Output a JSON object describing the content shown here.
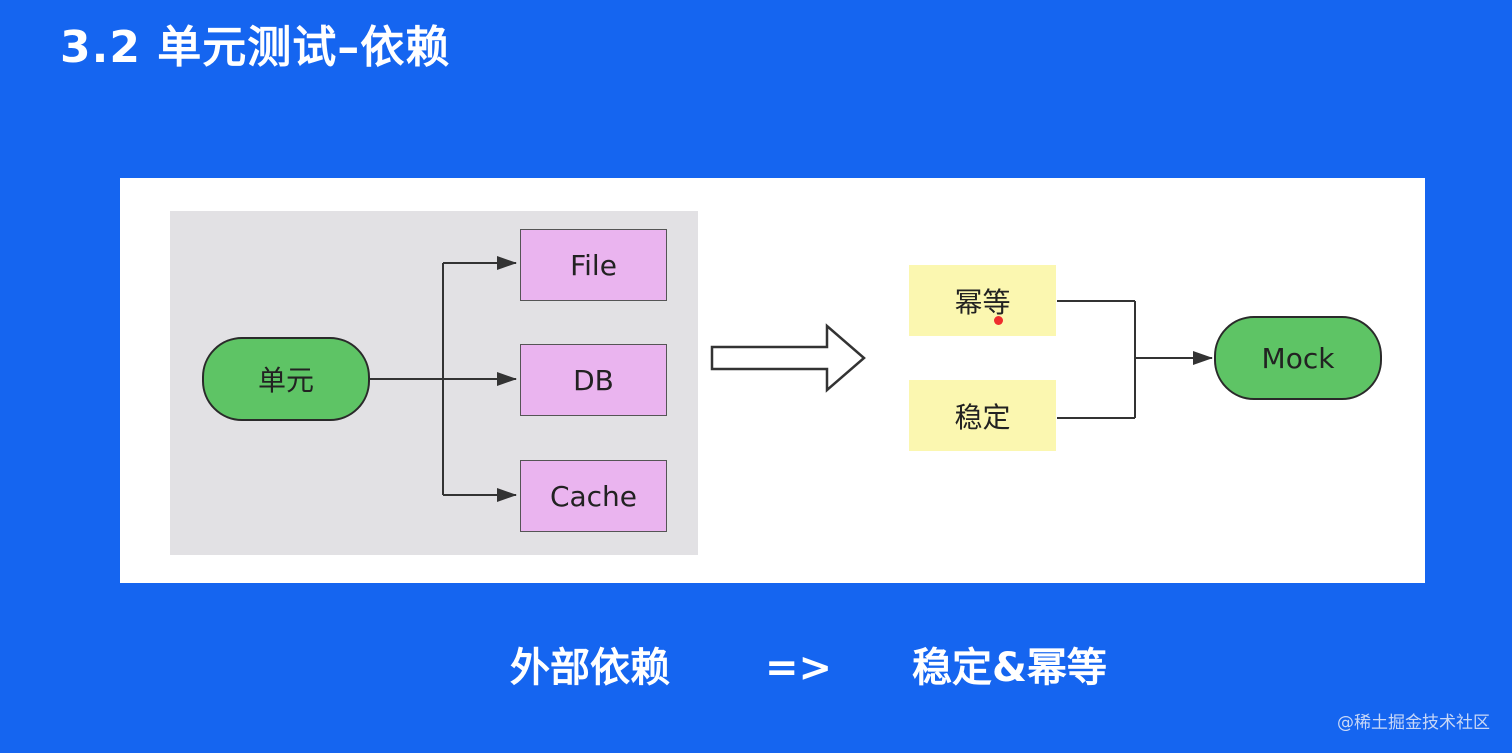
{
  "slide": {
    "title": "3.2 单元测试–依赖"
  },
  "diagram": {
    "source_node": "单元",
    "dependencies": [
      "File",
      "DB",
      "Cache"
    ],
    "requirements": [
      "幂等",
      "稳定"
    ],
    "target_node": "Mock"
  },
  "footer": {
    "left": "外部依赖",
    "arrow": "=>",
    "right": "稳定&幂等"
  },
  "watermark": "@稀土掘金技术社区",
  "colors": {
    "background": "#1565f0",
    "panel": "#ffffff",
    "group": "#e2e1e4",
    "pill_node": "#5ec465",
    "dependency_box": "#eab4ef",
    "requirement_box": "#fbf7b0"
  }
}
